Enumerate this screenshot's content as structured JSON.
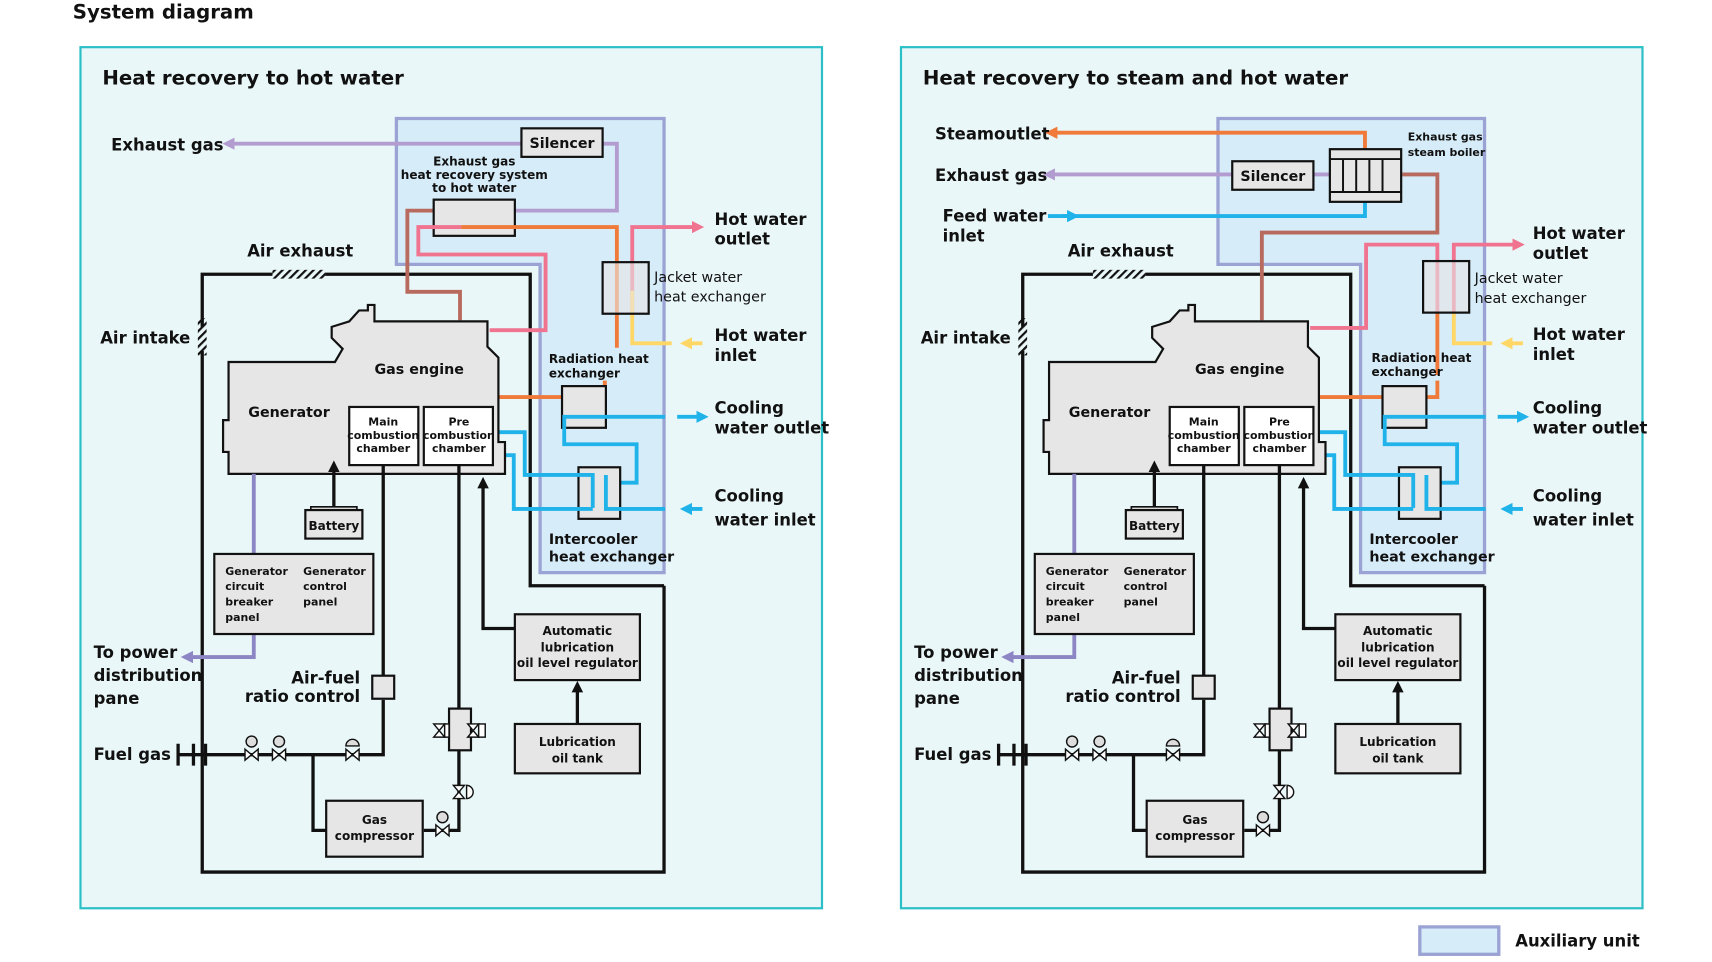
{
  "title": "System diagram",
  "legend": {
    "label": "Auxiliary unit",
    "fill": "#d6ecf8",
    "stroke": "#9aa3d4"
  },
  "colors": {
    "exhaust_gas": "#b39ccf",
    "hot_water_outlet": "#f0738f",
    "jacket_loop": "#f07a3a",
    "exhaust_to_recovery": "#b86a5e",
    "cooling_water": "#1fb3ea",
    "hot_water_inlet": "#ffd766",
    "power": "#8d86c4",
    "panel_border": "#2bbfc7",
    "panel_fill": "#eaf7f8"
  },
  "panels": [
    {
      "title": "Heat recovery to hot water",
      "labels": {
        "exhaust_gas": "Exhaust gas",
        "silencer": "Silencer",
        "recovery_1": "Exhaust gas",
        "recovery_2": "heat recovery system",
        "recovery_3": "to hot water",
        "hot_water_outlet_1": "Hot water",
        "hot_water_outlet_2": "outlet",
        "jacket_1": "Jacket water",
        "jacket_2": "heat exchanger",
        "hot_water_inlet_1": "Hot water",
        "hot_water_inlet_2": "inlet",
        "radiation_1": "Radiation heat",
        "radiation_2": "exchanger",
        "cooling_out_1": "Cooling",
        "cooling_out_2": "water outlet",
        "cooling_in_1": "Cooling",
        "cooling_in_2": "water inlet",
        "intercooler_1": "Intercooler",
        "intercooler_2": "heat exchanger",
        "air_exhaust": "Air exhaust",
        "air_intake": "Air intake",
        "gas_engine": "Gas engine",
        "generator": "Generator",
        "main_cc_1": "Main",
        "main_cc_2": "combustion",
        "main_cc_3": "chamber",
        "pre_cc_1": "Pre",
        "pre_cc_2": "combustion",
        "pre_cc_3": "chamber",
        "battery": "Battery",
        "gcb_1": "Generator",
        "gcb_2": "circuit",
        "gcb_3": "breaker",
        "gcb_4": "panel",
        "gcp_1": "Generator",
        "gcp_2": "control",
        "gcp_3": "panel",
        "power_1": "To power",
        "power_2": "distribution",
        "power_3": "pane",
        "afr_1": "Air-fuel",
        "afr_2": "ratio control",
        "auto_lub_1": "Automatic",
        "auto_lub_2": "lubrication",
        "auto_lub_3": "oil level regulator",
        "lub_tank_1": "Lubrication",
        "lub_tank_2": "oil tank",
        "fuel_gas": "Fuel gas",
        "gas_comp_1": "Gas",
        "gas_comp_2": "compressor"
      }
    },
    {
      "title": "Heat recovery to steam and hot water",
      "labels": {
        "steam_outlet": "Steamoutlet",
        "exhaust_gas": "Exhaust gas",
        "feed_water_1": "Feed water",
        "feed_water_2": "inlet",
        "silencer": "Silencer",
        "boiler_1": "Exhaust gas",
        "boiler_2": "steam boiler",
        "hot_water_outlet_1": "Hot water",
        "hot_water_outlet_2": "outlet",
        "jacket_1": "Jacket water",
        "jacket_2": "heat exchanger",
        "hot_water_inlet_1": "Hot water",
        "hot_water_inlet_2": "inlet",
        "radiation_1": "Radiation heat",
        "radiation_2": "exchanger",
        "cooling_out_1": "Cooling",
        "cooling_out_2": "water outlet",
        "cooling_in_1": "Cooling",
        "cooling_in_2": "water inlet",
        "intercooler_1": "Intercooler",
        "intercooler_2": "heat exchanger",
        "air_exhaust": "Air exhaust",
        "air_intake": "Air intake",
        "gas_engine": "Gas engine",
        "generator": "Generator",
        "main_cc_1": "Main",
        "main_cc_2": "combustion",
        "main_cc_3": "chamber",
        "pre_cc_1": "Pre",
        "pre_cc_2": "combustion",
        "pre_cc_3": "chamber",
        "battery": "Battery",
        "gcb_1": "Generator",
        "gcb_2": "circuit",
        "gcb_3": "breaker",
        "gcb_4": "panel",
        "gcp_1": "Generator",
        "gcp_2": "control",
        "gcp_3": "panel",
        "power_1": "To power",
        "power_2": "distribution",
        "power_3": "pane",
        "afr_1": "Air-fuel",
        "afr_2": "ratio control",
        "auto_lub_1": "Automatic",
        "auto_lub_2": "lubrication",
        "auto_lub_3": "oil level regulator",
        "lub_tank_1": "Lubrication",
        "lub_tank_2": "oil tank",
        "fuel_gas": "Fuel gas",
        "gas_comp_1": "Gas",
        "gas_comp_2": "compressor"
      }
    }
  ]
}
